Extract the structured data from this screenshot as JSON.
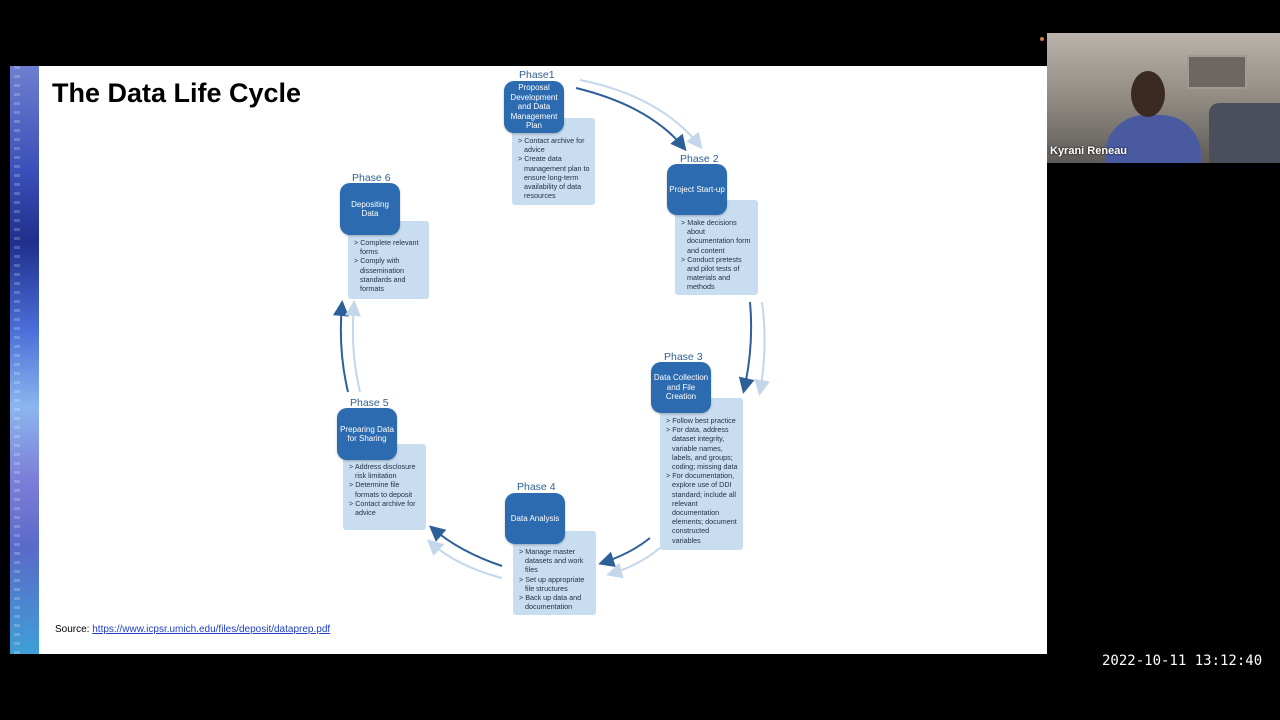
{
  "slide": {
    "title": "The Data Life Cycle",
    "source_prefix": "Source: ",
    "source_link": "https://www.icpsr.umich.edu/files/deposit/dataprep.pdf"
  },
  "phases": [
    {
      "label": "Phase1",
      "name": "Proposal Development and Data Management Plan",
      "items": [
        "Contact archive for advice",
        "Create data management plan to ensure long-term availability of data resources"
      ]
    },
    {
      "label": "Phase 2",
      "name": "Project Start-up",
      "items": [
        "Make decisions about documentation form and content",
        "Conduct pretests and pilot tests of materials and methods"
      ]
    },
    {
      "label": "Phase 3",
      "name": "Data Collection and File Creation",
      "items": [
        "Follow best practice",
        "For data, address dataset integrity, variable names, labels, and groups; coding; missing data",
        "For documentation, explore use of DDI standard; include all relevant documentation elements; document constructed variables"
      ]
    },
    {
      "label": "Phase 4",
      "name": "Data Analysis",
      "items": [
        "Manage master datasets and work files",
        "Set up appropriate file structures",
        "Back up data and documentation"
      ]
    },
    {
      "label": "Phase 5",
      "name": "Preparing Data for Sharing",
      "items": [
        "Address disclosure risk limitation",
        "Determine file formats to deposit",
        "Contact archive for advice"
      ]
    },
    {
      "label": "Phase 6",
      "name": "Depositing Data",
      "items": [
        "Complete relevant forms",
        "Comply with dissemination standards and formats"
      ]
    }
  ],
  "webcam": {
    "participant_name": "Kyrani Reneau"
  },
  "timestamp": "2022-10-11 13:12:40",
  "colors": {
    "node": "#2d6bb0",
    "panel": "#c8ddf0",
    "arrow": "#2d5f98",
    "link": "#1f3ec7"
  }
}
